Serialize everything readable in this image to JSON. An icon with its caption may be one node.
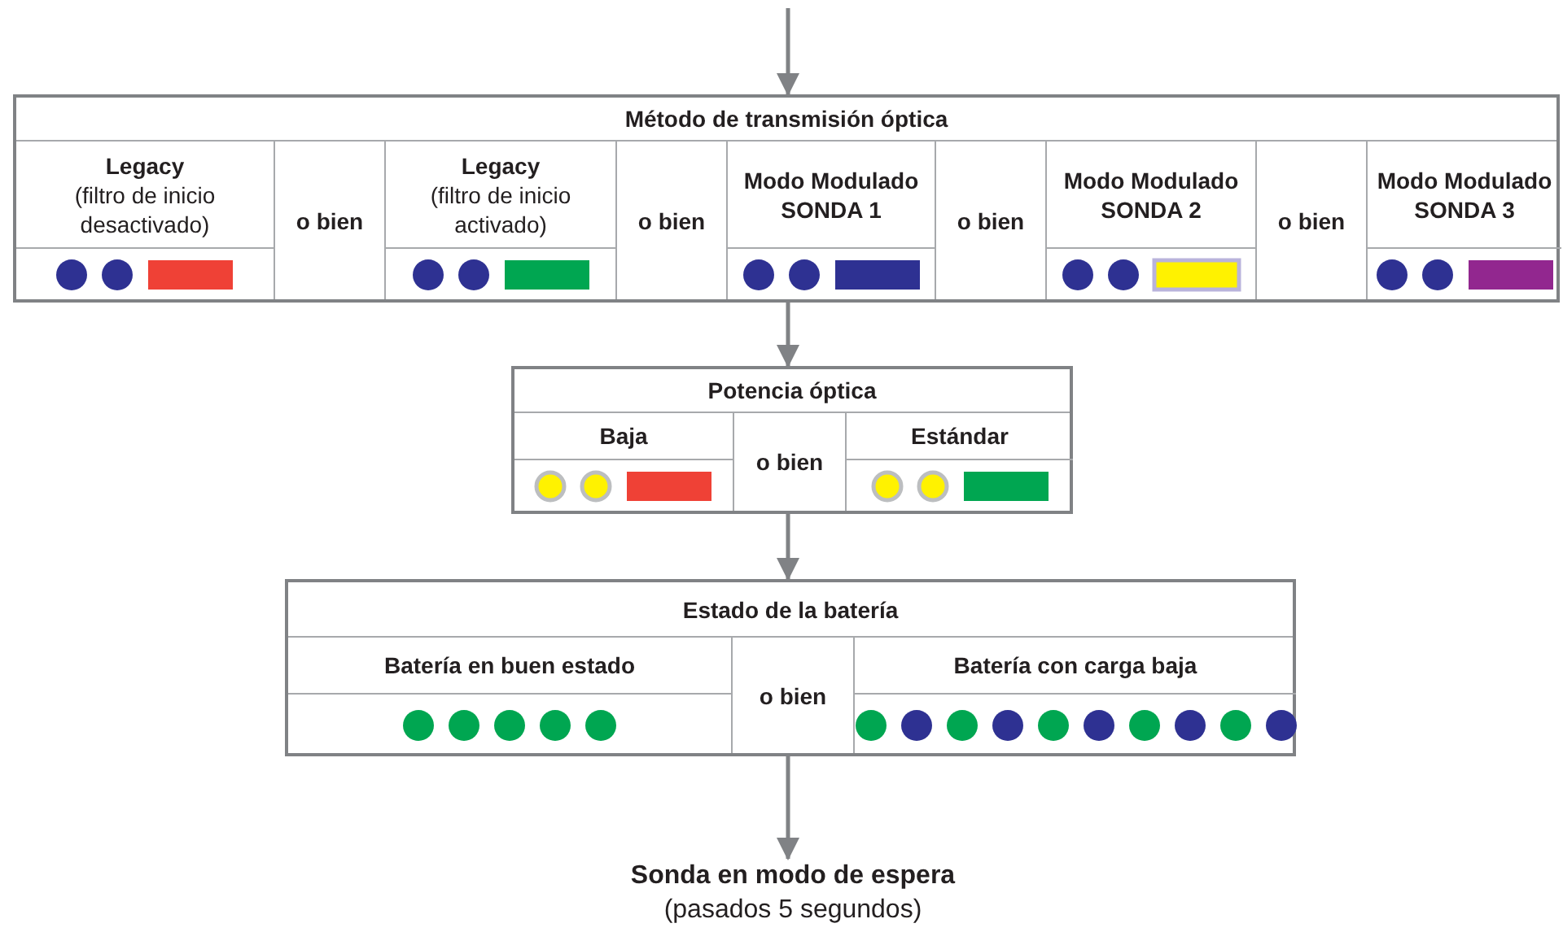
{
  "diagram": {
    "nodes": [
      {
        "text": [
          "Método de transmisión óptica"
        ]
      },
      {
        "text": [
          "Legacy",
          "(filtro de inicio desactivado)"
        ],
        "in": 0
      },
      {
        "text": [
          "o bien"
        ],
        "in": 0
      },
      {
        "text": [
          "Legacy",
          "(filtro de inicio activado)"
        ],
        "in": 0
      },
      {
        "text": [
          "o bien"
        ],
        "in": 0
      },
      {
        "text": [
          "Modo Modulado SONDA 1"
        ],
        "in": 0
      },
      {
        "text": [
          "o bien"
        ],
        "in": 0
      },
      {
        "text": [
          "Modo Modulado SONDA 2"
        ],
        "in": 0
      },
      {
        "text": [
          "o bien"
        ],
        "in": 0
      },
      {
        "text": [
          "Modo Modulado SONDA 3"
        ],
        "in": 0
      },
      {
        "text": [
          "Potencia óptica"
        ]
      },
      {
        "text": [
          "Baja"
        ],
        "in": 10
      },
      {
        "text": [
          "o bien"
        ],
        "in": 10
      },
      {
        "text": [
          "Estándar"
        ],
        "in": 10
      },
      {
        "text": [
          "Estado de la batería"
        ]
      },
      {
        "text": [
          "Batería en buen estado"
        ],
        "in": 14
      },
      {
        "text": [
          "o bien"
        ],
        "in": 14
      },
      {
        "text": [
          "Batería con carga baja"
        ],
        "in": 14
      },
      {
        "text": [
          "Sonda en modo de espera",
          "(pasados 5 segundos)"
        ]
      }
    ],
    "edges": [
      {
        "from": null,
        "to": 0,
        "arrow": "to"
      },
      {
        "from": 0,
        "to": 10,
        "arrow": "to"
      },
      {
        "from": 10,
        "to": 14,
        "arrow": "to"
      },
      {
        "from": 14,
        "to": 18,
        "arrow": "to"
      }
    ]
  }
}
